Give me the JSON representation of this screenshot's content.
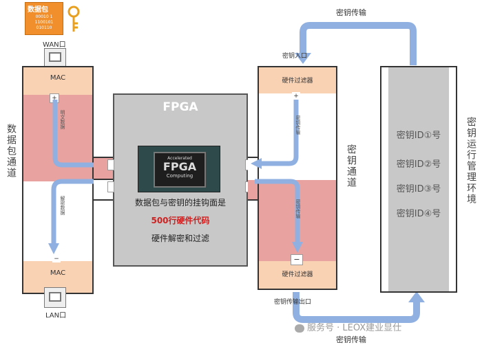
{
  "packet": {
    "title": "数据包",
    "bits": [
      "00010 1",
      "1100101",
      "010110"
    ]
  },
  "wan_label": "WAN口",
  "lan_label": "LAN口",
  "left_mac_top": "MAC",
  "left_mac_bottom": "MAC",
  "left_channel_label": "数据包通道",
  "left_down_label_1": "明文数据",
  "left_down_label_2": "解密数据",
  "fpga": {
    "title": "FPGA",
    "chip_text_1": "Accelerated",
    "chip_text_2": "FPGA",
    "chip_text_3": "Computing",
    "line1": "数据包与密钥的挂钩面是",
    "line2": "500行硬件代码",
    "line3": "硬件解密和过滤"
  },
  "right_top_box": "硬件过滤器",
  "right_bottom_box": "硬件过滤器",
  "key_in_label": "密钥入口",
  "key_out_label": "密钥传输出口",
  "key_channel_label": "密钥通道",
  "right_down_label_1": "密钥传输",
  "right_down_label_2": "密钥传输",
  "key_mgmt_label": "密钥运行管理环境",
  "key_ids": [
    "密钥ID①号",
    "密钥ID②号",
    "密钥ID③号",
    "密钥ID④号"
  ],
  "top_transfer_label": "密钥传输",
  "bottom_transfer_label": "密钥传输",
  "watermark": "服务号 · LEOX建业显仕",
  "plus": "+",
  "minus": "−",
  "colors": {
    "orange_light": "#f9d2b4",
    "pink": "#e8a3a0",
    "gray": "#c8c8c8",
    "arrow": "#8fb0e0",
    "red_text": "#d02020"
  }
}
